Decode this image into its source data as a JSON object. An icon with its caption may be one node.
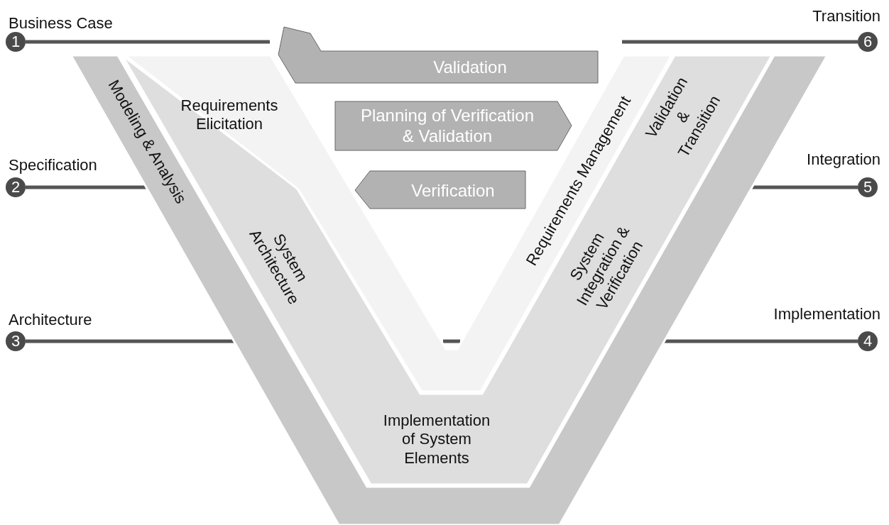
{
  "diagram": {
    "nodes": [
      {
        "text": [
          "1"
        ],
        "beside": [
          "Business Case"
        ]
      },
      {
        "text": [
          "6"
        ],
        "beside": [
          "Transition"
        ]
      },
      {
        "text": [
          "Validation"
        ]
      },
      {
        "text": [
          "Planning of Verification & Validation"
        ]
      },
      {
        "text": [
          "2"
        ],
        "beside": [
          "Specification"
        ]
      },
      {
        "text": [
          "5"
        ],
        "beside": [
          "Integration"
        ]
      },
      {
        "text": [
          "Verification"
        ]
      },
      {
        "text": [
          "3"
        ],
        "beside": [
          "Architecture"
        ]
      },
      {
        "text": [
          "4"
        ],
        "beside": [
          "Implementation"
        ]
      },
      {
        "text": [
          "Modeling & Analysis"
        ]
      },
      {
        "text": [
          "System Architecture",
          "Implementation of System Elements",
          "System Integration & Verification",
          "Validation & Transition"
        ]
      },
      {
        "text": [
          "Requirements Elicitation",
          "Requirements Management"
        ]
      }
    ],
    "edges": [
      {
        "from": 0,
        "to": null,
        "arrow": "none"
      },
      {
        "from": 1,
        "to": null,
        "arrow": "none"
      },
      {
        "from": 4,
        "to": 9,
        "arrow": "none"
      },
      {
        "from": 5,
        "to": 9,
        "arrow": "none"
      },
      {
        "from": 7,
        "to": 9,
        "arrow": "none"
      },
      {
        "from": 8,
        "to": 9,
        "arrow": "none"
      }
    ]
  }
}
